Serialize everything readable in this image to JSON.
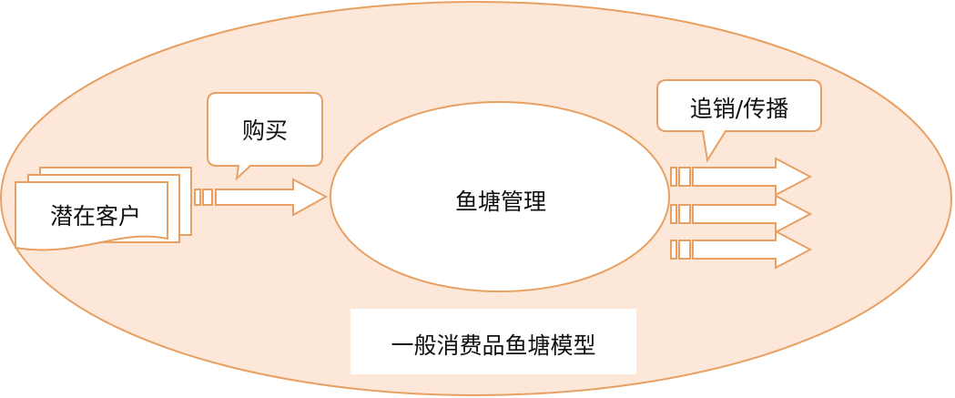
{
  "diagram": {
    "title": "一般消费品鱼塘模型",
    "center_node": "鱼塘管理",
    "input_node": "潜在客户",
    "input_callout": "购买",
    "output_callout": "追销/传播",
    "output_arrow_count": 3
  },
  "colors": {
    "outer_fill": "#fde7d9",
    "stroke": "#e8a062",
    "node_fill": "#ffffff",
    "text": "#111111"
  }
}
